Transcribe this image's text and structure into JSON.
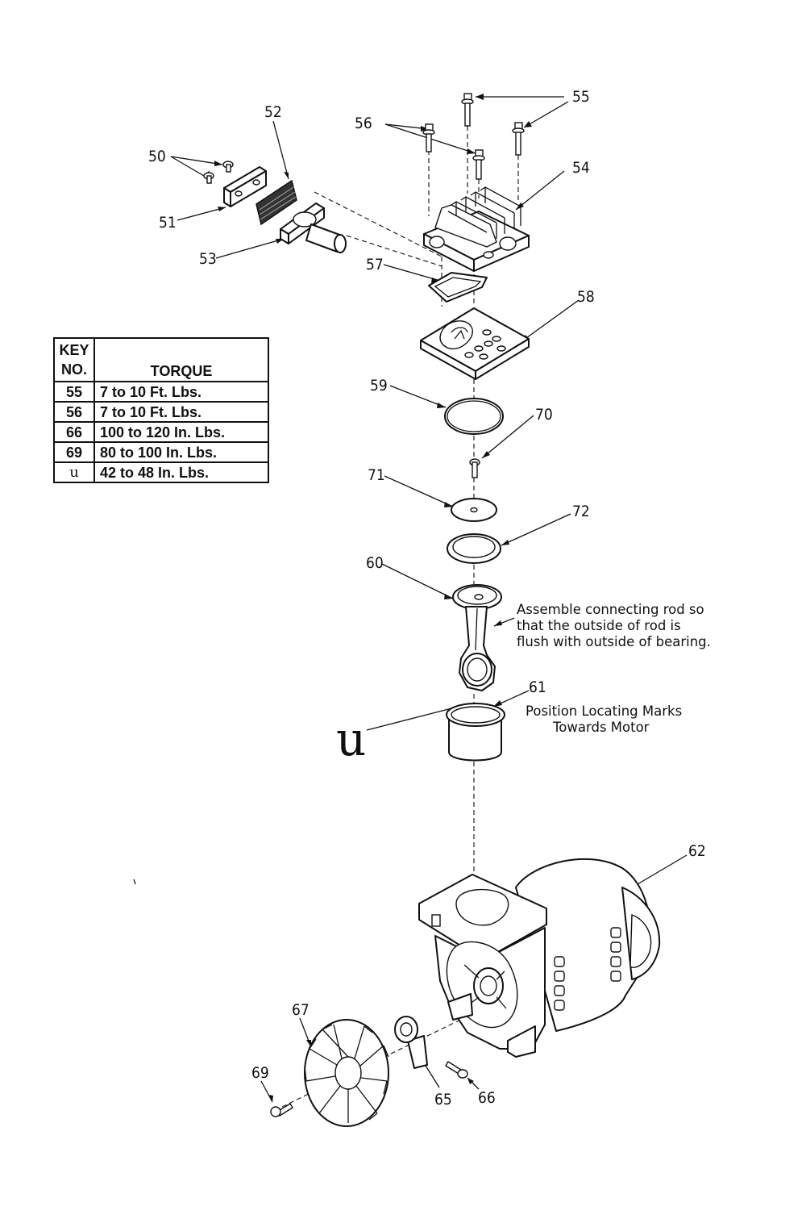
{
  "callouts": {
    "c50": "50",
    "c51": "51",
    "c52": "52",
    "c53": "53",
    "c54": "54",
    "c55": "55",
    "c56": "56",
    "c57": "57",
    "c58": "58",
    "c59": "59",
    "c60": "60",
    "c61": "61",
    "c62": "62",
    "c65": "65",
    "c66": "66",
    "c67": "67",
    "c69": "69",
    "c70": "70",
    "c71": "71",
    "c72": "72"
  },
  "notes": {
    "rod_line1": "Assemble connecting rod so",
    "rod_line2": "that the outside of rod is",
    "rod_line3": "flush with outside of bearing.",
    "mark_line1": "Position Locating Marks",
    "mark_line2": "Towards Motor",
    "torque_symbol": "u"
  },
  "torque_table": {
    "header_key": [
      "KEY",
      "NO."
    ],
    "header_torque": "TORQUE",
    "rows": [
      {
        "key": "55",
        "torque": "7 to 10 Ft. Lbs."
      },
      {
        "key": "56",
        "torque": "7 to 10 Ft. Lbs."
      },
      {
        "key": "66",
        "torque": "100 to 120 In. Lbs."
      },
      {
        "key": "69",
        "torque": "80 to 100 In. Lbs."
      },
      {
        "key": "u",
        "torque": "42 to 48 In. Lbs."
      }
    ]
  }
}
